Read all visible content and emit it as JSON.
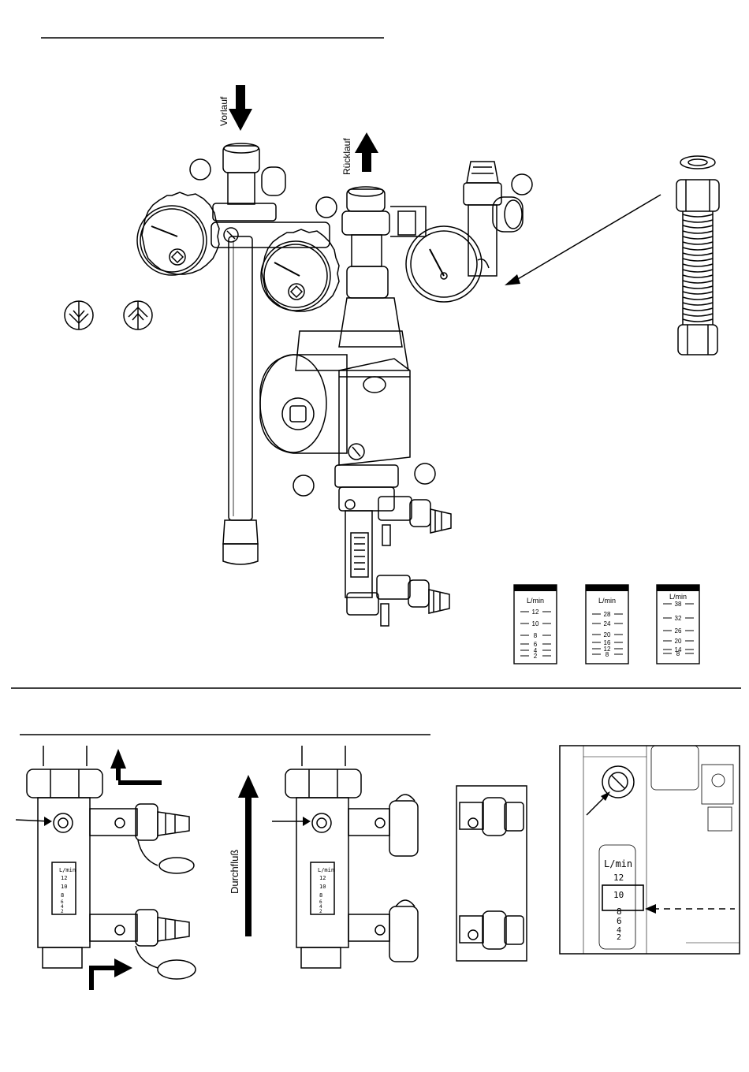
{
  "labels": {
    "vorlauf": "Vorlauf",
    "ruecklauf": "Rücklauf",
    "durchfluss": "Durchfluß"
  },
  "scales": [
    {
      "unit": "L/min",
      "ticks": [
        "12",
        "10",
        "8",
        "6",
        "4",
        "2"
      ]
    },
    {
      "unit": "L/min",
      "ticks": [
        "28",
        "24",
        "20",
        "16",
        "12",
        "8"
      ]
    },
    {
      "unit": "L/min",
      "ticks": [
        "38",
        "32",
        "26",
        "20",
        "14",
        "8"
      ]
    }
  ],
  "small_scale": {
    "unit": "L/min",
    "ticks": [
      "12",
      "10",
      "8",
      "6",
      "4",
      "2"
    ]
  },
  "detail_scale": {
    "unit": "L/min",
    "ticks": [
      "12",
      "10",
      "8",
      "6",
      "4",
      "2"
    ],
    "highlighted": "10"
  }
}
